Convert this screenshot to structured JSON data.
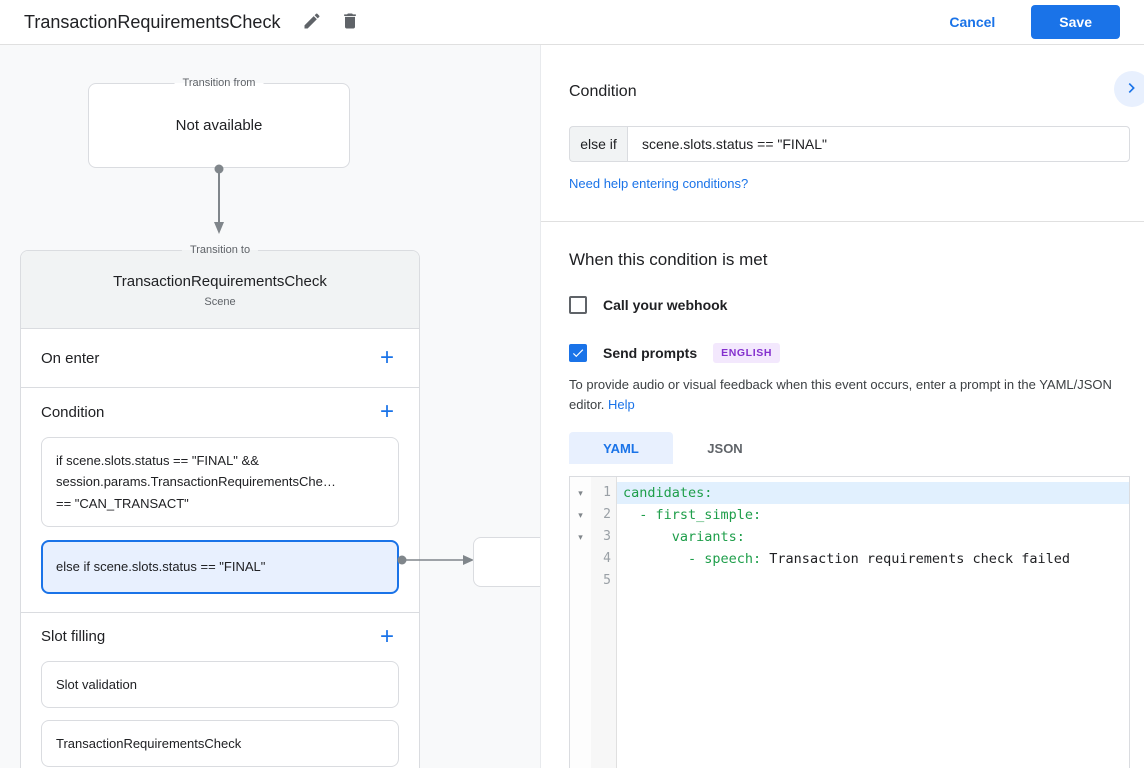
{
  "colors": {
    "accent_blue": "#1a73e8",
    "selected_condition_bg": "#e8f0fe",
    "selected_condition_border": "#1a73e8",
    "language_badge_bg": "#f3e8fd",
    "language_badge_text": "#8430ce",
    "yaml_key_green": "#1e9e4a",
    "canvas_bg": "#f8f9fa",
    "card_header_bg": "#f1f3f4"
  },
  "header": {
    "title": "TransactionRequirementsCheck",
    "cancel": "Cancel",
    "save": "Save"
  },
  "canvas": {
    "transition_from": {
      "legend": "Transition from",
      "value": "Not available"
    },
    "transition_to": {
      "legend": "Transition to",
      "title": "TransactionRequirementsCheck",
      "subtitle": "Scene"
    },
    "on_enter": {
      "label": "On enter"
    },
    "condition": {
      "label": "Condition",
      "items": [
        {
          "text": "if scene.slots.status == \"FINAL\" &&\nsession.params.TransactionRequirementsChe…\n== \"CAN_TRANSACT\"",
          "selected": false
        },
        {
          "text": "else if scene.slots.status == \"FINAL\"",
          "selected": true
        }
      ]
    },
    "slot_filling": {
      "label": "Slot filling",
      "items": [
        "Slot validation",
        "TransactionRequirementsCheck"
      ]
    }
  },
  "panel": {
    "condition_heading": "Condition",
    "prefix": "else if",
    "expression": "scene.slots.status == \"FINAL\"",
    "help_link": "Need help entering conditions?",
    "when_met": {
      "heading": "When this condition is met",
      "webhook": {
        "label": "Call your webhook",
        "checked": false
      },
      "prompts": {
        "label": "Send prompts",
        "checked": true,
        "badge": "ENGLISH"
      },
      "helper_text": "To provide audio or visual feedback when this event occurs, enter a prompt in the YAML/JSON editor. ",
      "helper_link": "Help"
    },
    "editor": {
      "tabs": [
        {
          "label": "YAML",
          "active": true
        },
        {
          "label": "JSON",
          "active": false
        }
      ],
      "lines": [
        {
          "num": "1",
          "fold": true,
          "active": true,
          "parts": [
            {
              "t": "candidates:",
              "c": "key"
            }
          ]
        },
        {
          "num": "2",
          "fold": true,
          "active": false,
          "parts": [
            {
              "t": "  - first_simple:",
              "c": "key"
            }
          ]
        },
        {
          "num": "3",
          "fold": true,
          "active": false,
          "parts": [
            {
              "t": "      variants:",
              "c": "key"
            }
          ]
        },
        {
          "num": "4",
          "fold": false,
          "active": false,
          "parts": [
            {
              "t": "        - speech:",
              "c": "key"
            },
            {
              "t": " Transaction requirements check failed",
              "c": "val"
            }
          ]
        },
        {
          "num": "5",
          "fold": false,
          "active": false,
          "parts": []
        }
      ]
    }
  }
}
